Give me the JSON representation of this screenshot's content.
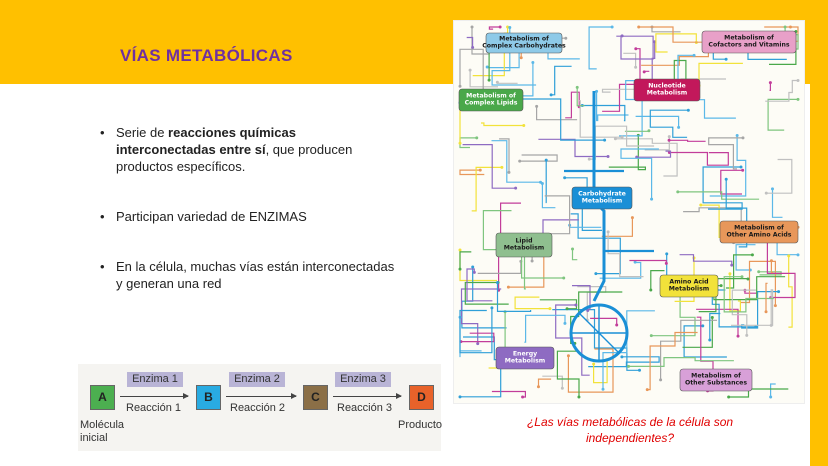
{
  "slide": {
    "title": "VÍAS METABÓLICAS",
    "bullets": [
      {
        "pre": "Serie de ",
        "bold": "reacciones químicas interconectadas entre sí",
        "post": ", que producen productos específicos."
      },
      {
        "pre": "Participan variedad de ENZIMAS",
        "bold": "",
        "post": ""
      },
      {
        "pre": "En la célula, muchas vías están interconectadas y generan una red",
        "bold": "",
        "post": ""
      }
    ],
    "caption_line1": "¿Las vías metabólicas de la célula son",
    "caption_line2": "independientes?"
  },
  "pathway_diagram": {
    "enzymes": [
      "Enzima 1",
      "Enzima 2",
      "Enzima 3"
    ],
    "reactions": [
      "Reacción 1",
      "Reacción 2",
      "Reacción 3"
    ],
    "molecules": [
      "A",
      "B",
      "C",
      "D"
    ],
    "start_label_line1": "Molécula",
    "start_label_line2": "inicial",
    "end_label": "Producto",
    "colors": {
      "A": "#4CAF50",
      "B": "#29ABE2",
      "C": "#8B6F47",
      "D": "#E8622A"
    }
  },
  "metabolic_map": {
    "labels": {
      "complex_carbs": [
        "Metabolism of",
        "Complex Carbohydrates"
      ],
      "cofactors": [
        "Metabolism of",
        "Cofactors and Vitamins"
      ],
      "nucleotide": [
        "Nucleotide",
        "Metabolism"
      ],
      "complex_lipids": [
        "Metabolism of",
        "Complex Lipids"
      ],
      "carbohydrate": [
        "Carbohydrate",
        "Metabolism"
      ],
      "other_amino": [
        "Metabolism of",
        "Other Amino Acids"
      ],
      "lipid": [
        "Lipid",
        "Metabolism"
      ],
      "amino_acid": [
        "Amino Acid",
        "Metabolism"
      ],
      "energy": [
        "Energy",
        "Metabolism"
      ],
      "other_substances": [
        "Metabolism of",
        "Other Substances"
      ]
    }
  },
  "theme": {
    "accent": "#FFC000",
    "title_color": "#7030A0",
    "caption_color": "#E00000"
  }
}
